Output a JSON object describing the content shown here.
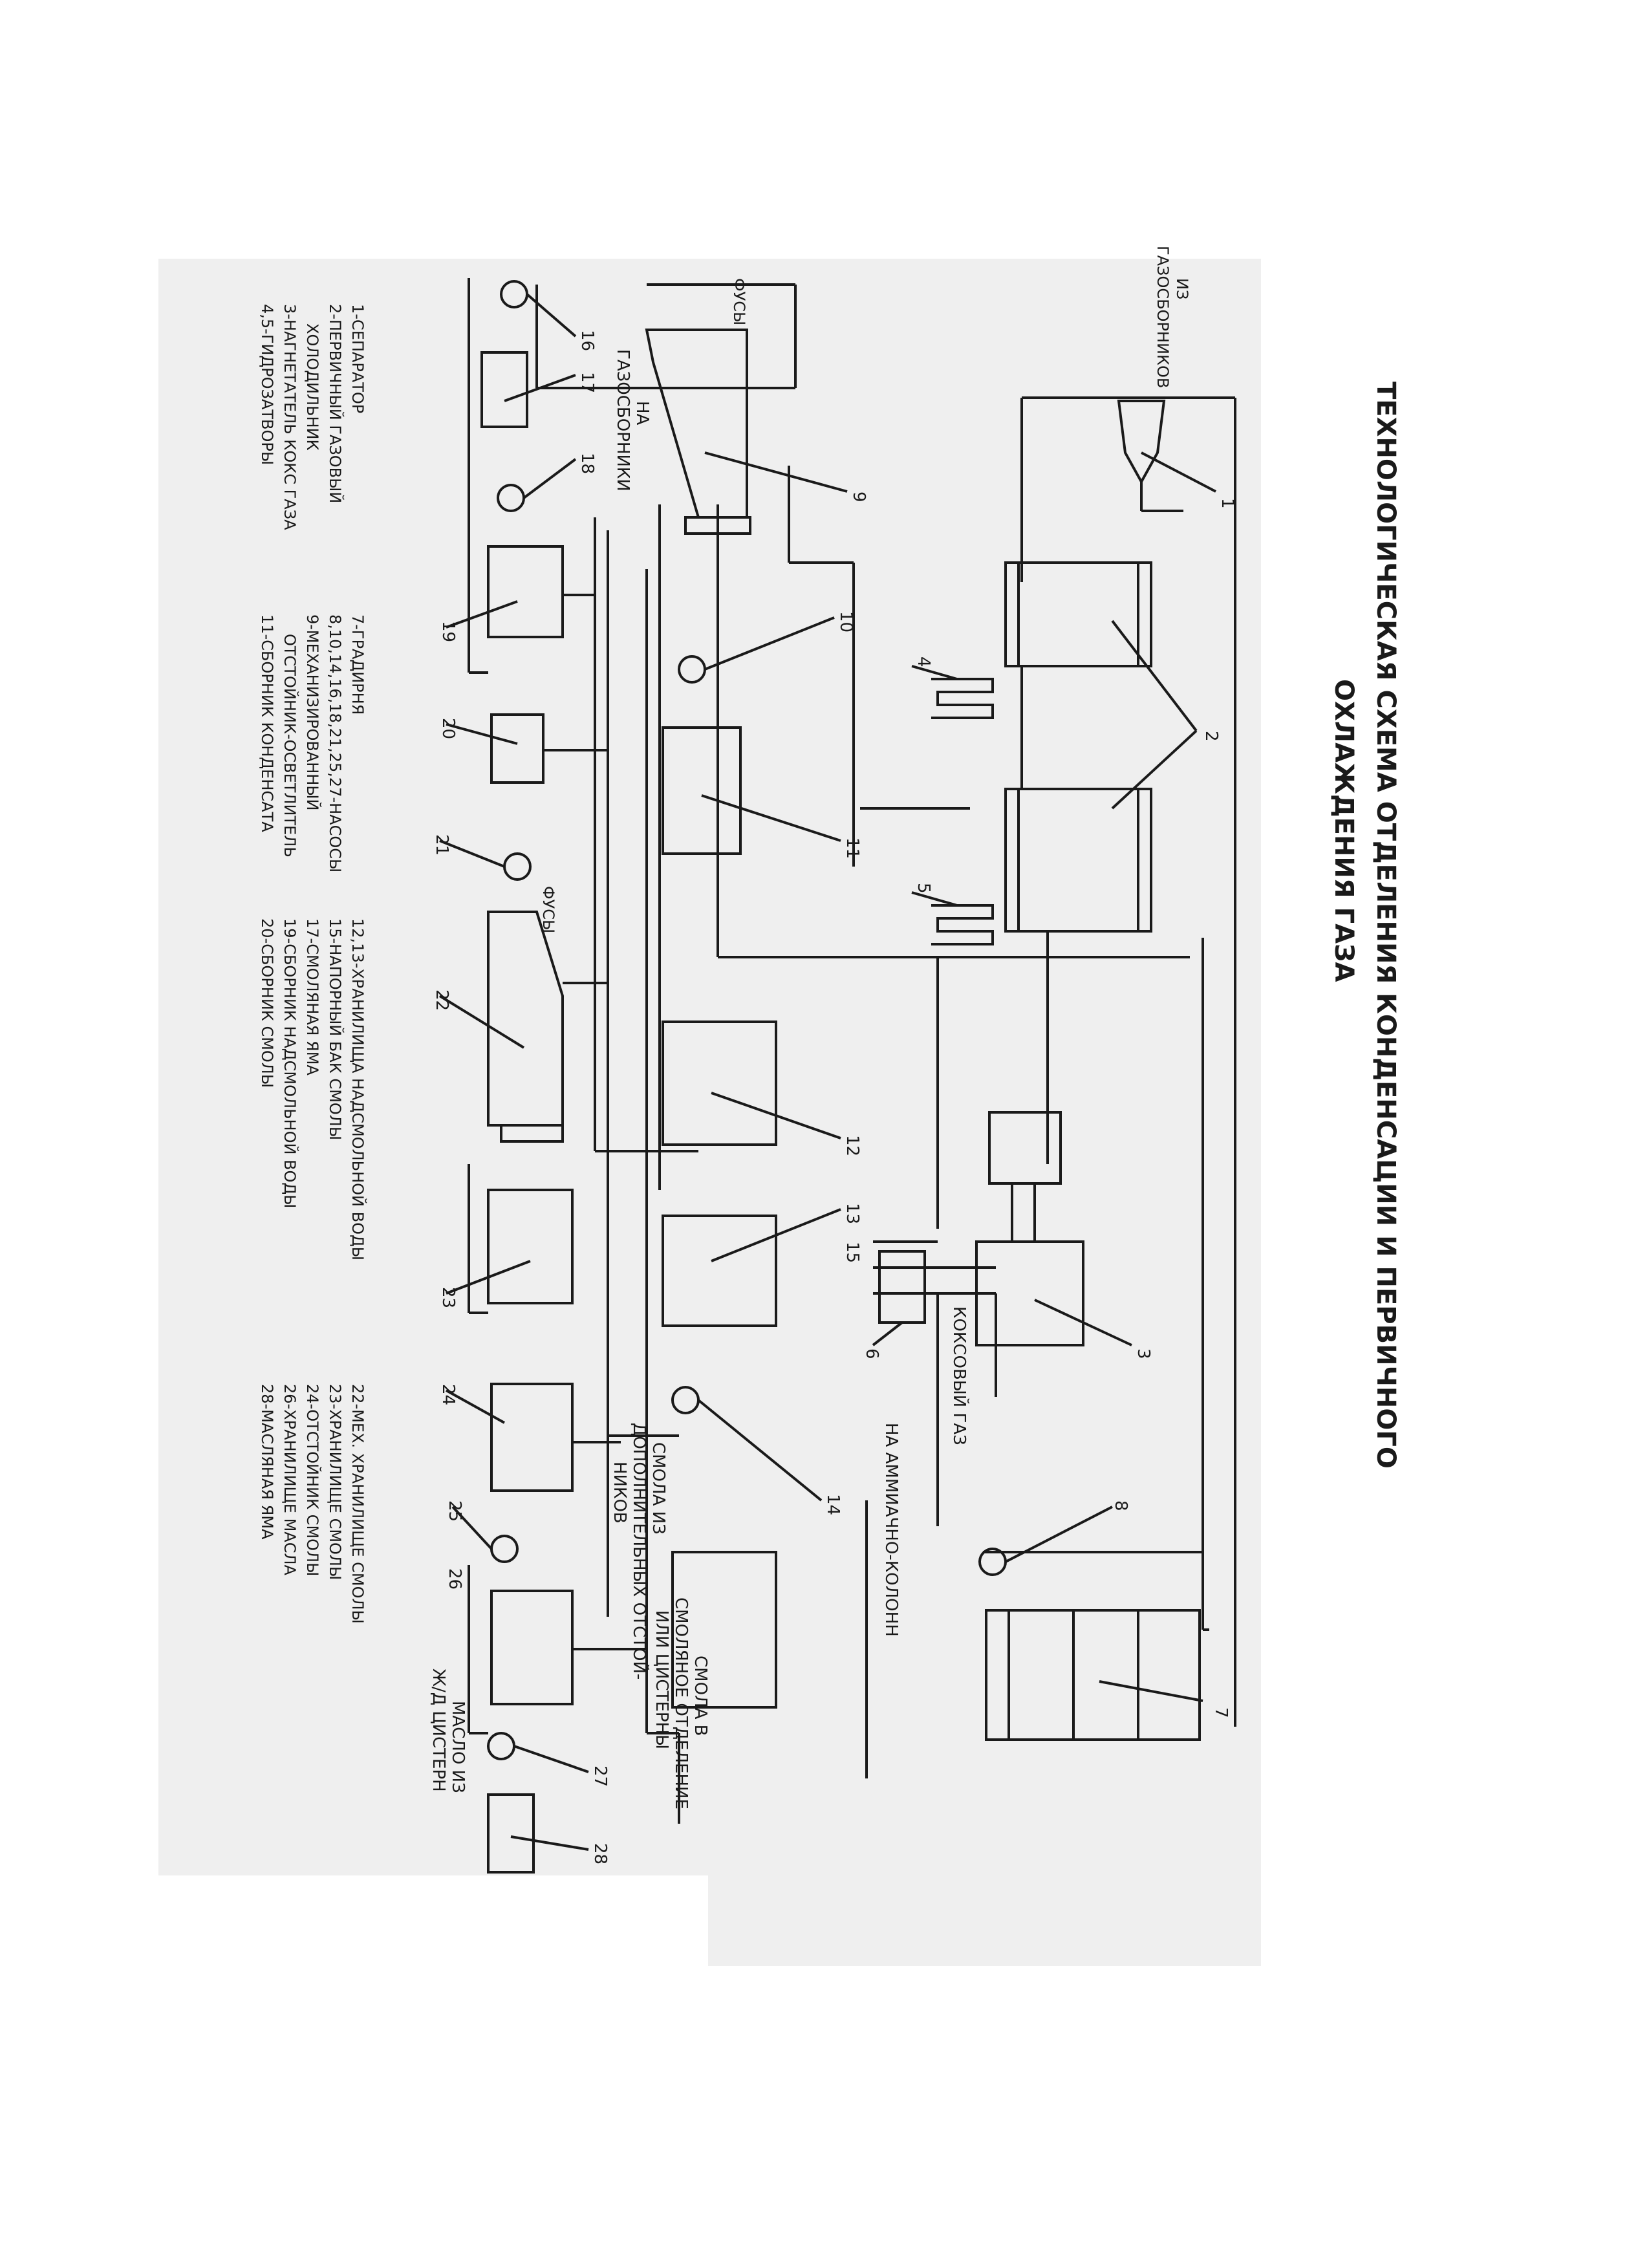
{
  "title": {
    "line1": "ТЕХНОЛОГИЧЕСКАЯ СХЕМА ОТДЕЛЕНИЯ КОНДЕНСАЦИИ И ПЕРВИЧНОГО",
    "line2": "ОХЛАЖДЕНИЯ ГАЗА"
  },
  "flow_labels": {
    "from_gas_collector_1": "ИЗ",
    "from_gas_collector_2": "ГАЗОСБОРНИКОВ",
    "to_gas_collector_1": "НА",
    "to_gas_collector_2": "ГАЗОСБОРНИКИ",
    "coke_gas": "КОКСОВЫЙ ГАЗ",
    "to_ammonia": "НА АММИАЧНО-КОЛОНН",
    "tar_from_settlers_1": "СМОЛА ИЗ",
    "tar_from_settlers_2": "ДОПОЛНИТЕЛЬНЫХ ОТСТОЙ-",
    "tar_from_settlers_3": "НИКОВ",
    "fuses_a": "ФУСЫ",
    "fuses_b": "ФУСЫ",
    "resin_to_1": "СМОЛА В",
    "resin_to_2": "СМОЛЯНОЕ ОТДЕЛЕНИЕ",
    "resin_to_3": "ИЛИ ЦИСТЕРНЫ",
    "oil_from_1": "МАСЛО ИЗ",
    "oil_from_2": "Ж/Д ЦИСТЕРН"
  },
  "equipment_numbers": [
    "1",
    "2",
    "3",
    "4",
    "5",
    "6",
    "7",
    "8",
    "9",
    "10",
    "11",
    "12",
    "13",
    "14",
    "15",
    "16",
    "17",
    "18",
    "19",
    "20",
    "21",
    "22",
    "23",
    "24",
    "25",
    "26",
    "27",
    "28"
  ],
  "legend": [
    "1-СЕПАРАТОР",
    "2-ПЕРВИЧНЫЙ ГАЗОВЫЙ",
    "ХОЛОДИЛЬНИК",
    "3-НАГНЕТАТЕЛЬ КОКС ГАЗА",
    "4,5-ГИДРОЗАТВОРЫ",
    "7-ГРАДИРНЯ",
    "8,10,14,16,18,21,25,27-НАСОСЫ",
    "9-МЕХАНИЗИРОВАННЫЙ",
    "ОТСТОЙНИК-ОСВЕТЛИТЕЛЬ",
    "11-СБОРНИК КОНДЕНСАТА",
    "12,13-ХРАНИЛИЩА НАДСМОЛЬНОЙ ВОДЫ",
    "15-НАПОРНЫЙ БАК СМОЛЫ",
    "17-СМОЛЯНАЯ ЯМА",
    "19-СБОРНИК НАДСМОЛЬНОЙ ВОДЫ",
    "20-СБОРНИК СМОЛЫ",
    "22-МЕХ. ХРАНИЛИЩЕ СМОЛЫ",
    "23-ХРАНИЛИЩЕ СМОЛЫ",
    "24-ОТСТОЙНИК СМОЛЫ",
    "26-ХРАНИЛИЩЕ МАСЛА",
    "28-МАСЛЯНАЯ ЯМА"
  ],
  "colors": {
    "paper": "#efefef",
    "ink": "#1a1a1a",
    "background": "#ffffff"
  }
}
